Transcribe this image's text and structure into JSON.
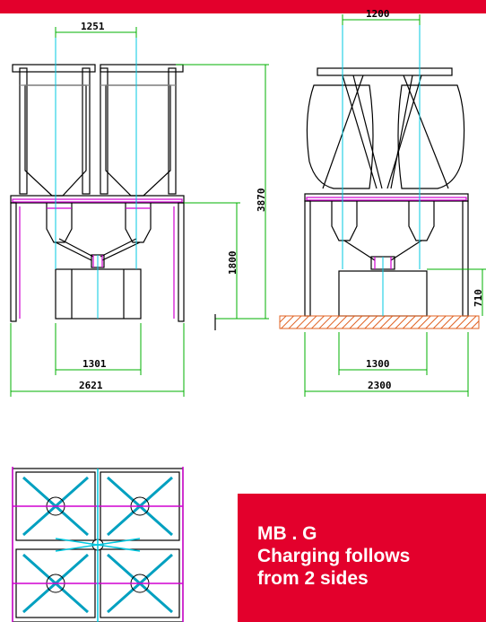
{
  "colors": {
    "brand_red": "#e3002c",
    "dimension_green": "#00b000",
    "frame_magenta": "#d000d0",
    "center_cyan": "#00c8e0",
    "ground_hatch": "#e06020"
  },
  "front_view": {
    "top_width": "1251",
    "total_height": "3870",
    "lower_height": "1800",
    "bottom_inner_width": "1301",
    "bottom_total_width": "2621"
  },
  "side_view": {
    "top_width": "1200",
    "right_height": "710",
    "bottom_inner_width": "1300",
    "bottom_total_width": "2300"
  },
  "info_box": {
    "line1": "MB . G",
    "line2": "Charging follows",
    "line3": "from 2 sides"
  }
}
